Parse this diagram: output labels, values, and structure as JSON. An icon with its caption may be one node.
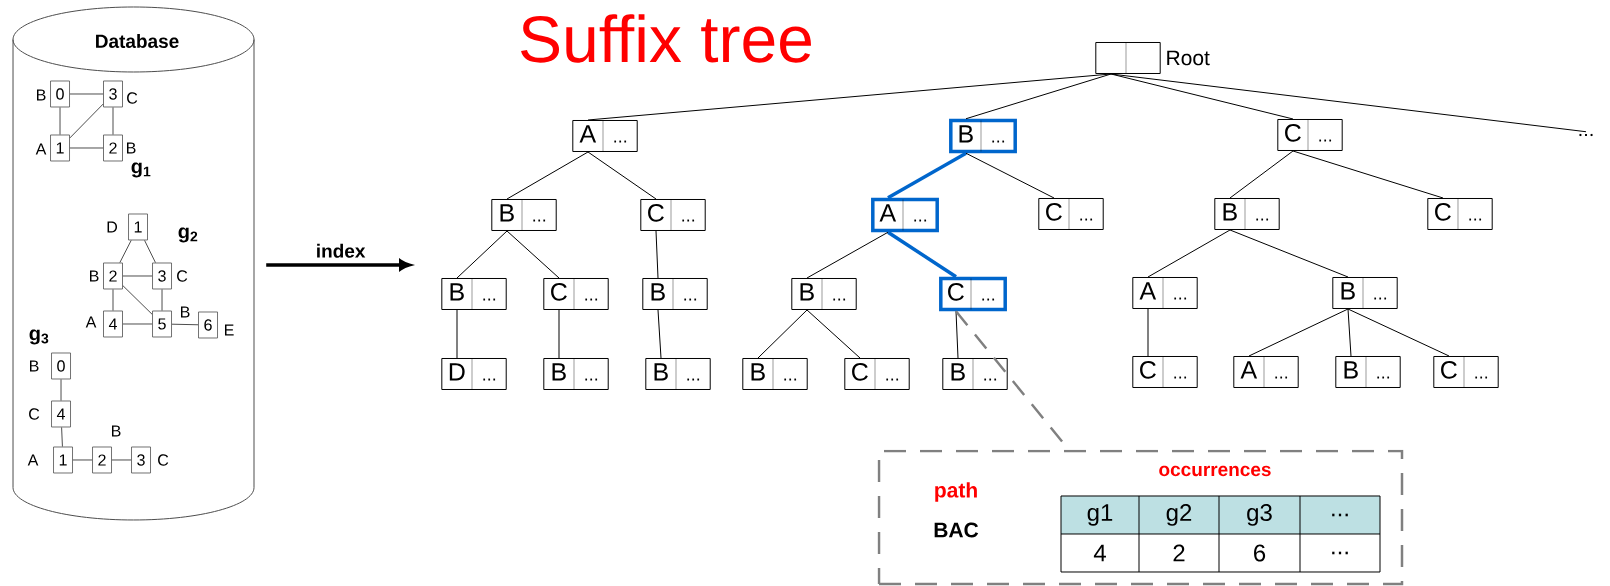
{
  "diagram": {
    "title": "Suffix tree",
    "nodes": [
      {
        "text": [
          "Database"
        ]
      },
      {
        "text": [
          "0"
        ],
        "beside": [
          "B"
        ],
        "in": 0
      },
      {
        "text": [
          "3"
        ],
        "beside": [
          "C"
        ],
        "in": 0
      },
      {
        "text": [
          "1"
        ],
        "beside": [
          "A"
        ],
        "in": 0
      },
      {
        "text": [
          "2"
        ],
        "beside": [
          "B"
        ],
        "in": 0
      },
      {
        "text": [
          "1"
        ],
        "beside": [
          "D"
        ],
        "in": 0
      },
      {
        "text": [
          "2"
        ],
        "beside": [
          "B"
        ],
        "in": 0
      },
      {
        "text": [
          "3"
        ],
        "beside": [
          "C"
        ],
        "in": 0
      },
      {
        "text": [
          "4"
        ],
        "beside": [
          "A"
        ],
        "in": 0
      },
      {
        "text": [
          "5"
        ],
        "beside": [
          "B"
        ],
        "in": 0
      },
      {
        "text": [
          "6"
        ],
        "beside": [
          "E"
        ],
        "in": 0
      },
      {
        "text": [
          "0"
        ],
        "beside": [
          "B"
        ],
        "in": 0
      },
      {
        "text": [
          "4"
        ],
        "beside": [
          "C"
        ],
        "in": 0
      },
      {
        "text": [
          "1"
        ],
        "beside": [
          "A"
        ],
        "in": 0
      },
      {
        "text": [
          "2"
        ],
        "beside": [
          "B"
        ],
        "in": 0
      },
      {
        "text": [
          "3"
        ],
        "beside": [
          "C"
        ],
        "in": 0
      },
      {
        "text": [],
        "shape": "box",
        "beside": [
          "Root"
        ]
      },
      {
        "text": [
          "A",
          "..."
        ]
      },
      {
        "text": [
          "B",
          "..."
        ]
      },
      {
        "text": [
          "C",
          "..."
        ]
      },
      {
        "text": [
          "..."
        ]
      },
      {
        "text": [
          "B",
          "..."
        ]
      },
      {
        "text": [
          "C",
          "..."
        ]
      },
      {
        "text": [
          "A",
          "..."
        ]
      },
      {
        "text": [
          "C",
          "..."
        ]
      },
      {
        "text": [
          "B",
          "..."
        ]
      },
      {
        "text": [
          "C",
          "..."
        ]
      },
      {
        "text": [
          "B",
          "..."
        ]
      },
      {
        "text": [
          "C",
          "..."
        ]
      },
      {
        "text": [
          "B",
          "..."
        ]
      },
      {
        "text": [
          "B",
          "..."
        ]
      },
      {
        "text": [
          "C",
          "..."
        ]
      },
      {
        "text": [
          "A",
          "..."
        ]
      },
      {
        "text": [
          "B",
          "..."
        ]
      },
      {
        "text": [
          "D",
          "..."
        ]
      },
      {
        "text": [
          "B",
          "..."
        ]
      },
      {
        "text": [
          "B",
          "..."
        ]
      },
      {
        "text": [
          "B",
          "..."
        ]
      },
      {
        "text": [
          "C",
          "..."
        ]
      },
      {
        "text": [
          "B",
          "..."
        ]
      },
      {
        "text": [
          "C",
          "..."
        ]
      },
      {
        "text": [
          "A",
          "..."
        ]
      },
      {
        "text": [
          "B",
          "..."
        ]
      },
      {
        "text": [
          "C",
          "..."
        ]
      },
      {
        "text": [
          "path",
          "BAC"
        ]
      },
      {
        "text": [
          "occurrences"
        ],
        "in": 44
      }
    ],
    "edges": [
      {
        "from": 1,
        "to": 2,
        "arrow": "none"
      },
      {
        "from": 1,
        "to": 3,
        "arrow": "none"
      },
      {
        "from": 3,
        "to": 2,
        "arrow": "none"
      },
      {
        "from": 3,
        "to": 4,
        "arrow": "none"
      },
      {
        "from": 2,
        "to": 4,
        "arrow": "none"
      },
      {
        "from": 5,
        "to": 6,
        "arrow": "none"
      },
      {
        "from": 5,
        "to": 7,
        "arrow": "none"
      },
      {
        "from": 6,
        "to": 7,
        "arrow": "none"
      },
      {
        "from": 6,
        "to": 8,
        "arrow": "none"
      },
      {
        "from": 6,
        "to": 9,
        "arrow": "none"
      },
      {
        "from": 7,
        "to": 9,
        "arrow": "none"
      },
      {
        "from": 8,
        "to": 9,
        "arrow": "none"
      },
      {
        "from": 9,
        "to": 10,
        "arrow": "none"
      },
      {
        "from": 11,
        "to": 12,
        "arrow": "none"
      },
      {
        "from": 12,
        "to": 13,
        "arrow": "none"
      },
      {
        "from": 13,
        "to": 14,
        "arrow": "none"
      },
      {
        "from": 14,
        "to": 15,
        "arrow": "none"
      },
      {
        "from": 0,
        "to": null,
        "arrow": "to",
        "label": "index",
        "style": "thick"
      },
      {
        "from": 16,
        "to": 17,
        "arrow": "none"
      },
      {
        "from": 16,
        "to": 18,
        "arrow": "none"
      },
      {
        "from": 16,
        "to": 19,
        "arrow": "none"
      },
      {
        "from": 16,
        "to": 20,
        "arrow": "none"
      },
      {
        "from": 17,
        "to": 21,
        "arrow": "none"
      },
      {
        "from": 17,
        "to": 22,
        "arrow": "none"
      },
      {
        "from": 18,
        "to": 23,
        "arrow": "none",
        "style": "thick",
        "color": "#0066cc"
      },
      {
        "from": 18,
        "to": 24,
        "arrow": "none"
      },
      {
        "from": 19,
        "to": 25,
        "arrow": "none"
      },
      {
        "from": 19,
        "to": 26,
        "arrow": "none"
      },
      {
        "from": 21,
        "to": 27,
        "arrow": "none"
      },
      {
        "from": 21,
        "to": 28,
        "arrow": "none"
      },
      {
        "from": 22,
        "to": 29,
        "arrow": "none"
      },
      {
        "from": 23,
        "to": 30,
        "arrow": "none"
      },
      {
        "from": 23,
        "to": 31,
        "arrow": "none",
        "style": "thick",
        "color": "#0066cc"
      },
      {
        "from": 25,
        "to": 32,
        "arrow": "none"
      },
      {
        "from": 25,
        "to": 33,
        "arrow": "none"
      },
      {
        "from": 27,
        "to": 34,
        "arrow": "none"
      },
      {
        "from": 28,
        "to": 35,
        "arrow": "none"
      },
      {
        "from": 29,
        "to": 36,
        "arrow": "none"
      },
      {
        "from": 30,
        "to": 37,
        "arrow": "none"
      },
      {
        "from": 30,
        "to": 38,
        "arrow": "none"
      },
      {
        "from": 31,
        "to": 39,
        "arrow": "none"
      },
      {
        "from": 32,
        "to": 40,
        "arrow": "none"
      },
      {
        "from": 33,
        "to": 41,
        "arrow": "none"
      },
      {
        "from": 33,
        "to": 42,
        "arrow": "none"
      },
      {
        "from": 33,
        "to": 43,
        "arrow": "none"
      },
      {
        "from": 31,
        "to": 44,
        "arrow": "none",
        "style": "dashed",
        "color": "#808080"
      }
    ],
    "labels": [
      "g$_{1}$",
      "g$_{2}$",
      "g$_{3}$",
      "g1",
      "g2",
      "g3",
      "...",
      "4",
      "2",
      "6",
      "..."
    ]
  }
}
